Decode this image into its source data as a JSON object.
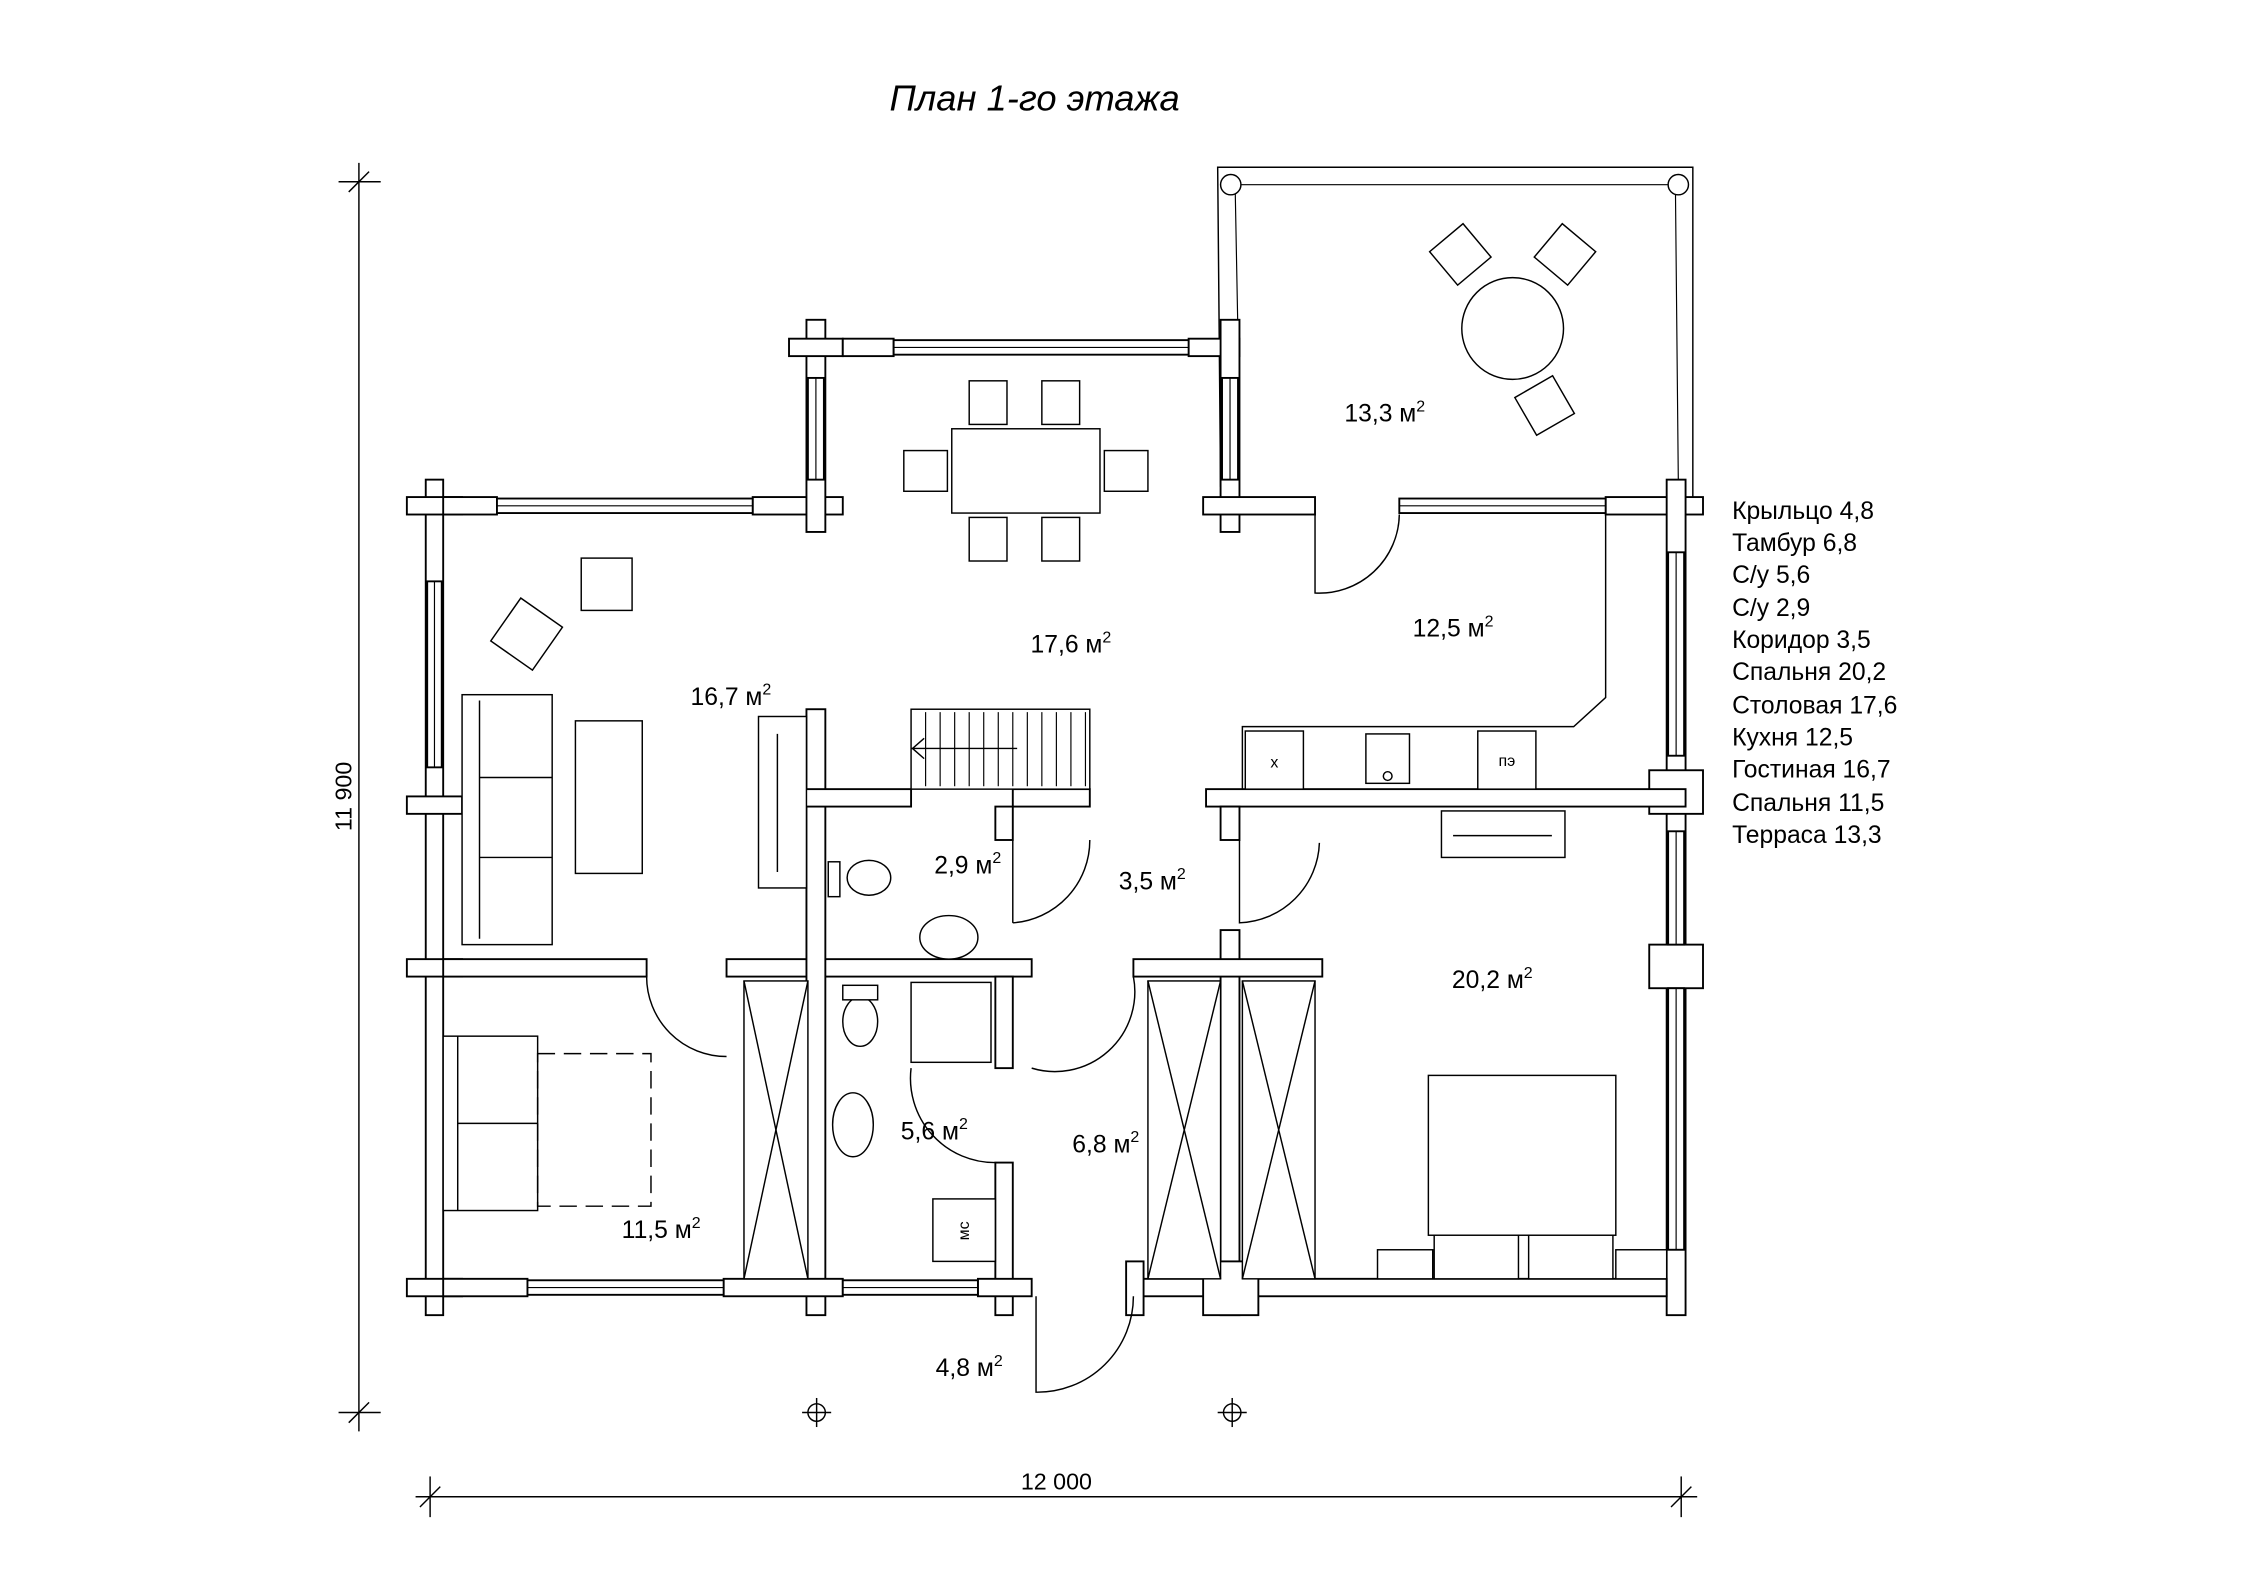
{
  "title": "План 1-го этажа",
  "dimensions": {
    "height_label": "11 900",
    "width_label": "12 000"
  },
  "area_superscript": "2",
  "rooms": [
    {
      "id": "terrace",
      "area": "13,3 м"
    },
    {
      "id": "dining",
      "area": "17,6 м"
    },
    {
      "id": "kitchen",
      "area": "12,5 м"
    },
    {
      "id": "living",
      "area": "16,7 м"
    },
    {
      "id": "wc-small",
      "area": "2,9 м"
    },
    {
      "id": "corridor",
      "area": "3,5 м"
    },
    {
      "id": "bedroom-large",
      "area": "20,2 м"
    },
    {
      "id": "wc-large",
      "area": "5,6 м"
    },
    {
      "id": "vestibule",
      "area": "6,8 м"
    },
    {
      "id": "bedroom-small",
      "area": "11,5 м"
    },
    {
      "id": "porch",
      "area": "4,8 м"
    }
  ],
  "legend": [
    "Крыльцо 4,8",
    "Тамбур 6,8",
    "С/у 5,6",
    "С/у 2,9",
    "Коридор 3,5",
    "Спальня 20,2",
    "Столовая 17,6",
    "Кухня 12,5",
    "Гостиная 16,7",
    "Спальня 11,5",
    "Терраса 13,3"
  ],
  "appliances": {
    "fridge": "х",
    "stove": "пэ",
    "washer": "мс"
  }
}
